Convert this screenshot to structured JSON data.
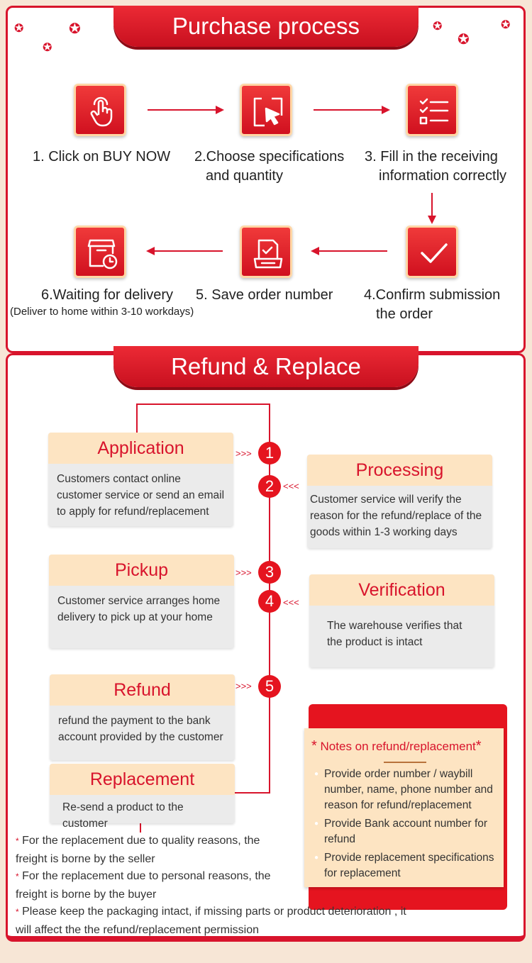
{
  "purchase": {
    "title": "Purchase process",
    "steps": [
      {
        "label_l1": "1. Click on BUY NOW",
        "icon": "pointer-hand-icon"
      },
      {
        "label_l1": "2.Choose specifications",
        "label_l2": "and quantity",
        "icon": "cursor-select-icon"
      },
      {
        "label_l1": "3. Fill in the receiving",
        "label_l2": "information correctly",
        "icon": "checklist-icon"
      },
      {
        "label_l1": "4.Confirm submission",
        "label_l2": "the order",
        "icon": "checkmark-icon"
      },
      {
        "label_l1": "5. Save order number",
        "icon": "document-check-icon"
      },
      {
        "label_l1": "6.Waiting for delivery",
        "sub": "(Deliver to home within 3-10 workdays)",
        "icon": "box-clock-icon"
      }
    ]
  },
  "refund": {
    "title": "Refund & Replace",
    "steps": [
      {
        "num": "1",
        "title": "Application",
        "body": "Customers contact online customer service or send an email to apply for refund/replacement"
      },
      {
        "num": "2",
        "title": "Processing",
        "body": "Customer service will verify the reason for the refund/replace of the goods within 1-3 working days"
      },
      {
        "num": "3",
        "title": "Pickup",
        "body": "Customer service arranges home delivery to pick up at your home"
      },
      {
        "num": "4",
        "title": "Verification",
        "body": "The warehouse verifies that the product is intact"
      },
      {
        "num": "5",
        "title": "Refund",
        "body": "refund the payment to the bank account provided by the customer"
      },
      {
        "title": "Replacement",
        "body": "Re-send a product to the customer"
      }
    ],
    "chev_right": ">>>",
    "chev_left": "<<<",
    "notes": {
      "title": "Notes on refund/replacement",
      "items": [
        "Provide order number / waybill number, name, phone number and reason for refund/replacement",
        "Provide Bank account number for refund",
        "Provide replacement specifications for replacement"
      ]
    },
    "footnotes": [
      "For the replacement due to quality reasons, the freight is borne by the seller",
      "For the replacement due to personal reasons, the freight is borne by the buyer",
      " Please keep the packaging intact, if missing parts or product deterioration , it will affect the the refund/replacement permission"
    ]
  },
  "colors": {
    "accent": "#d8142c",
    "cream": "#fde4c2",
    "card": "#ebebeb",
    "background": "#f7e6d6"
  }
}
